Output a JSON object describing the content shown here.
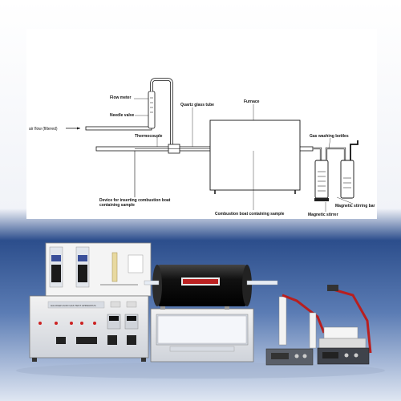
{
  "diagram": {
    "labels": {
      "air_flow": "air flow (filtered)",
      "flow_meter": "Flow meter",
      "needle_valve": "Needle valve",
      "quartz_tube": "Quartz glass tube",
      "furnace": "Furnace",
      "thermocouple": "Thermocouple",
      "gas_washing": "Gas washing bottles",
      "device_line1": "Device for inserting combustion boat",
      "device_line2": "containing sample",
      "boat": "Combustion boat containing sample",
      "stirring_bar": "Magnetic stirring bar",
      "stirrer": "Magnetic stirrer"
    }
  },
  "photo": {
    "panel_label": "HALOGEN ACID GAS TEST APPARATUS"
  },
  "colors": {
    "bg_top": "#ffffff",
    "bg_bottom_start": "#1f3f7a",
    "bg_bottom_end": "#d9e2f0",
    "furnace_black": "#111111",
    "stand_red": "#b81f1f"
  }
}
